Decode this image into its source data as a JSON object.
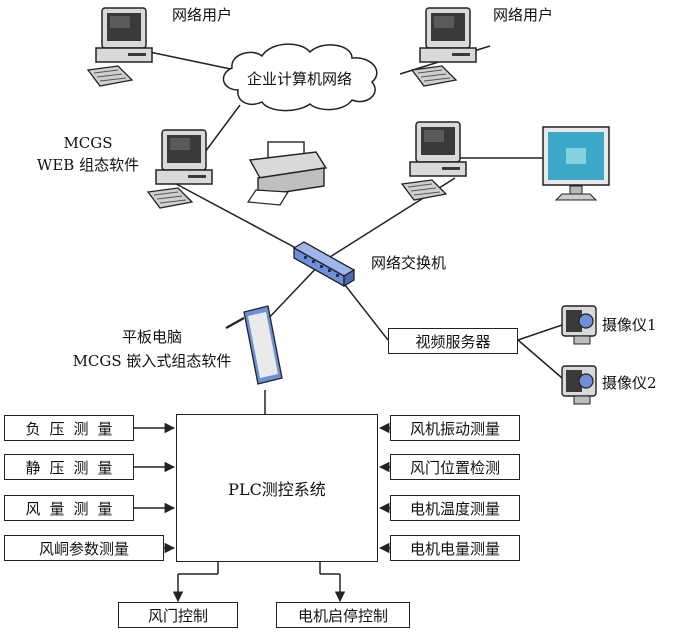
{
  "labels": {
    "network_user_left": "网络用户",
    "network_user_right": "网络用户",
    "enterprise_network": "企业计算机网络",
    "mcgs_web_line1": "MCGS",
    "mcgs_web_line2": "WEB 组态软件",
    "network_switch": "网络交换机",
    "tablet_line1": "平板电脑",
    "tablet_line2": "MCGS 嵌入式组态软件",
    "video_server": "视频服务器",
    "camera1": "摄像仪1",
    "camera2": "摄像仪2",
    "plc_system": "PLC测控系统"
  },
  "left_inputs": [
    "负压测量",
    "静压测量",
    "风量测量",
    "风峒参数测量"
  ],
  "right_inputs": [
    "风机振动测量",
    "风门位置检测",
    "电机温度测量",
    "电机电量测量"
  ],
  "outputs": [
    "风门控制",
    "电机启停控制"
  ],
  "icons": {
    "user_pc_left": "desktop-computer-icon",
    "user_pc_right": "desktop-computer-icon",
    "cloud": "cloud-icon",
    "web_pc": "desktop-computer-icon",
    "printer": "printer-icon",
    "monitor_pc": "desktop-computer-icon",
    "monitor": "monitor-icon",
    "switch": "network-switch-icon",
    "tablet": "tablet-icon",
    "camera1": "camera-icon",
    "camera2": "camera-icon"
  },
  "colors": {
    "line": "#222222",
    "device_gray": "#d9d9d9",
    "device_dark": "#3a3a3a",
    "accent_blue": "#6f8fd8",
    "screen_blue": "#3ca8c8"
  }
}
